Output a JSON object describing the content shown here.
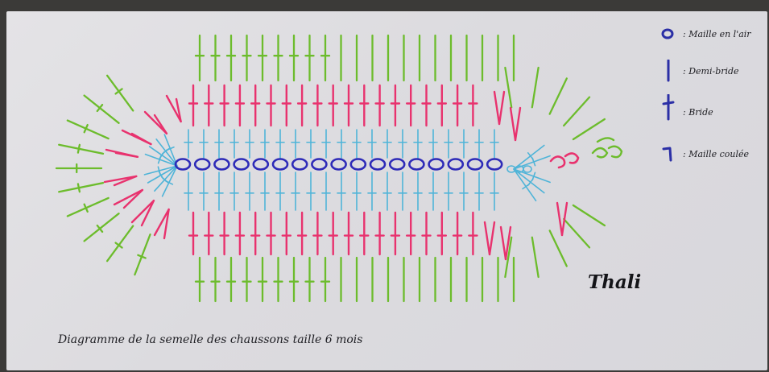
{
  "caption": "Diagramme de la semelle des chaussons taille 6 mois",
  "signature": "Thali",
  "legend": [
    {
      "symbol": "chain-oval",
      "label": ": Maille en l'air"
    },
    {
      "symbol": "half-double-stroke",
      "label": ": Demi-bride"
    },
    {
      "symbol": "double-crochet-cross",
      "label": ": Bride"
    },
    {
      "symbol": "slip-stitch-hook",
      "label": ": Maille coulée"
    }
  ],
  "colors": {
    "chain": "#2e2bb8",
    "legend_ink": "#2b2fa6",
    "round1": "#4fb4d8",
    "round2": "#e8326e",
    "round3": "#6cbc2c",
    "text": "#1d1d22"
  },
  "rounds": [
    {
      "name": "chain",
      "stitch": "Maille en l'air",
      "count": 17
    },
    {
      "name": "round-1",
      "stitch": "Bride",
      "color_key": "round1"
    },
    {
      "name": "round-2",
      "stitch": "Bride",
      "color_key": "round2"
    },
    {
      "name": "round-3",
      "stitch": "Demi-bride",
      "color_key": "round3"
    }
  ]
}
